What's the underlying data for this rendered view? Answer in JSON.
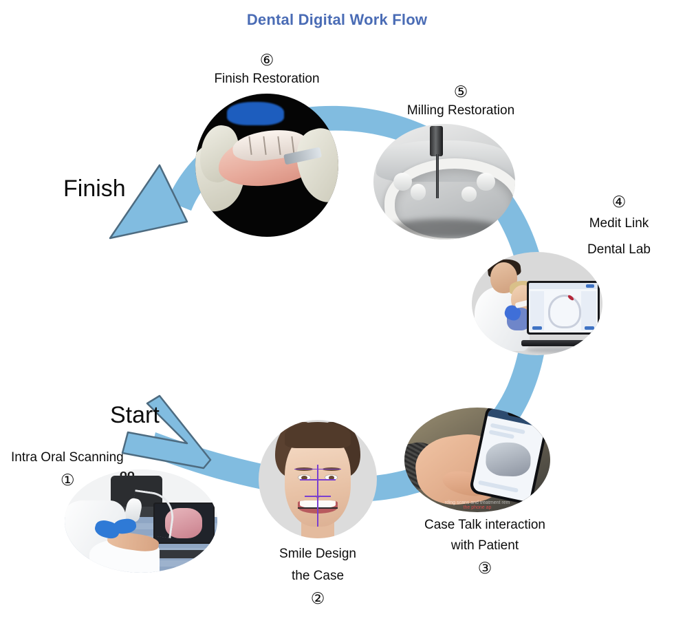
{
  "title": "Dental Digital Work Flow",
  "theme": {
    "title_color": "#4a6cb5",
    "ribbon_color": "#81bce0",
    "ribbon_outline": "#5b7f99",
    "label_color": "#0d0d0d",
    "node_backdrop": "#d9d9d9"
  },
  "flow": {
    "direction": "counter-clockwise",
    "start_label": "Start",
    "finish_label": "Finish"
  },
  "steps": [
    {
      "number": "①",
      "number_plain": "1",
      "label_lines": [
        "Intra Oral Scanning"
      ],
      "image_alt": "clinician with blue gloves using an intraoral scanner beside a laptop showing a scan",
      "label_align": "left"
    },
    {
      "number": "②",
      "number_plain": "2",
      "label_lines": [
        "Smile Design",
        "the Case"
      ],
      "image_alt": "woman smiling with purple smile-design guide lines on her face",
      "label_align": "center"
    },
    {
      "number": "③",
      "number_plain": "3",
      "label_lines": [
        "Case Talk interaction",
        "with Patient"
      ],
      "image_alt": "hand holding a smartphone displaying a 3D dental scan",
      "label_align": "center"
    },
    {
      "number": "④",
      "number_plain": "4",
      "label_lines": [
        "Medit Link",
        "Dental Lab"
      ],
      "image_alt": "dentist with child patient and laptop running dental lab software",
      "label_align": "center"
    },
    {
      "number": "⑤",
      "number_plain": "5",
      "label_lines": [
        "Milling Restoration"
      ],
      "image_alt": "milling machine drill bit cutting a white dental arch blank",
      "label_align": "center"
    },
    {
      "number": "⑥",
      "number_plain": "6",
      "label_lines": [
        "Finish Restoration"
      ],
      "image_alt": "gloved hands finishing a pink dental restoration model on black background",
      "label_align": "center"
    }
  ]
}
